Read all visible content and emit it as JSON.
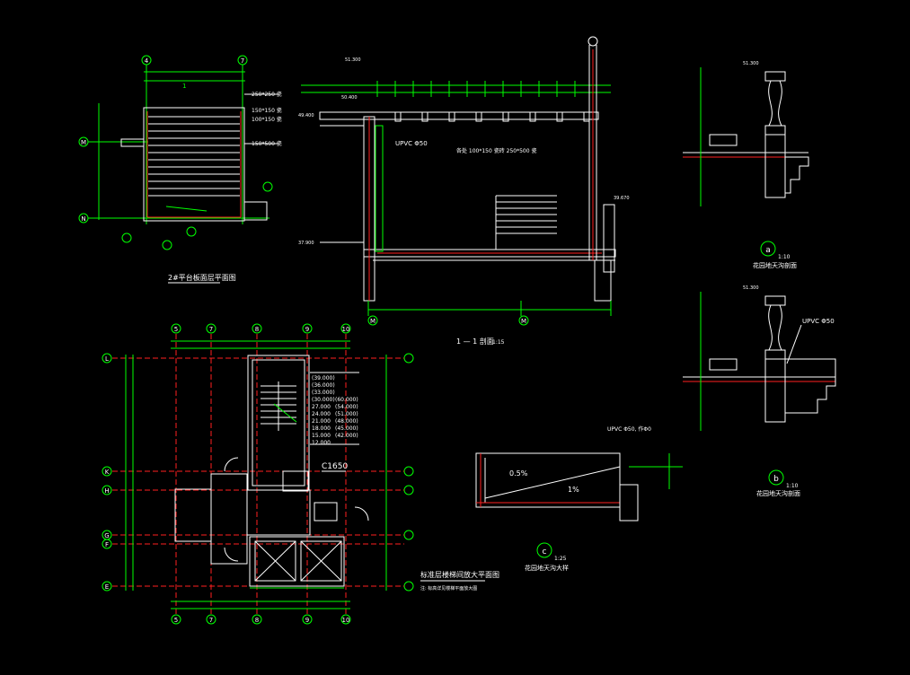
{
  "drawing": {
    "background": "#000000",
    "colors": {
      "line_white": "#ffffff",
      "line_green": "#00ff00",
      "line_red": "#ff2020",
      "text_yellow": "#ffff00",
      "line_cyan": "#00ffff"
    }
  },
  "plan_top": {
    "title": "2#平台板面层平面图",
    "axes_top": [
      "4",
      "7"
    ],
    "axes_left": [
      "M",
      "N"
    ],
    "notes": [
      "250*250 瓷",
      "150*150 瓷",
      "100*150 瓷",
      "150*500 瓷"
    ],
    "section_mark": "1"
  },
  "section": {
    "title": "1 — 1 剖面",
    "scale": "1:15",
    "axes": [
      "M",
      "M"
    ],
    "upvc_label": "UPVC Φ50",
    "note_main": "各处 100*150 瓷砖 250*500 瓷",
    "levels": [
      "51.300",
      "50.400",
      "49.400",
      "37.900",
      "39.670"
    ]
  },
  "plan_main": {
    "title": "标准层楼梯间放大平面图",
    "subtitle": "注: 标高详见楼梯平面放大图",
    "axes_top": [
      "5",
      "7",
      "8",
      "9",
      "10"
    ],
    "axes_bottom": [
      "5",
      "7",
      "8",
      "9",
      "10"
    ],
    "axes_left": [
      "L",
      "K",
      "H",
      "G",
      "F",
      "E"
    ],
    "door_label": "C1650",
    "levels_left": [
      "(39.000)",
      "(36.000)",
      "(33.000)",
      "(30.000)",
      "27.000",
      "24.000",
      "21.000",
      "18.000",
      "15.000",
      "12.000"
    ],
    "levels_right": [
      "(60.000)",
      "(54.000)",
      "(51.000)",
      "(48.000)",
      "(45.000)",
      "(42.000)"
    ]
  },
  "detail_a": {
    "mark": "a",
    "scale": "1:10",
    "title": "花园地天沟剖面",
    "level": "51.300"
  },
  "detail_b": {
    "mark": "b",
    "scale": "1:10",
    "title": "花园地天沟剖面",
    "upvc_label": "UPVC Φ50",
    "level": "51.300"
  },
  "detail_c": {
    "mark": "c",
    "scale": "1:25",
    "title": "花园地天沟大样",
    "upvc_label": "UPVC Φ50, 作Φ0",
    "slope1": "0.5%",
    "slope2": "1%"
  }
}
